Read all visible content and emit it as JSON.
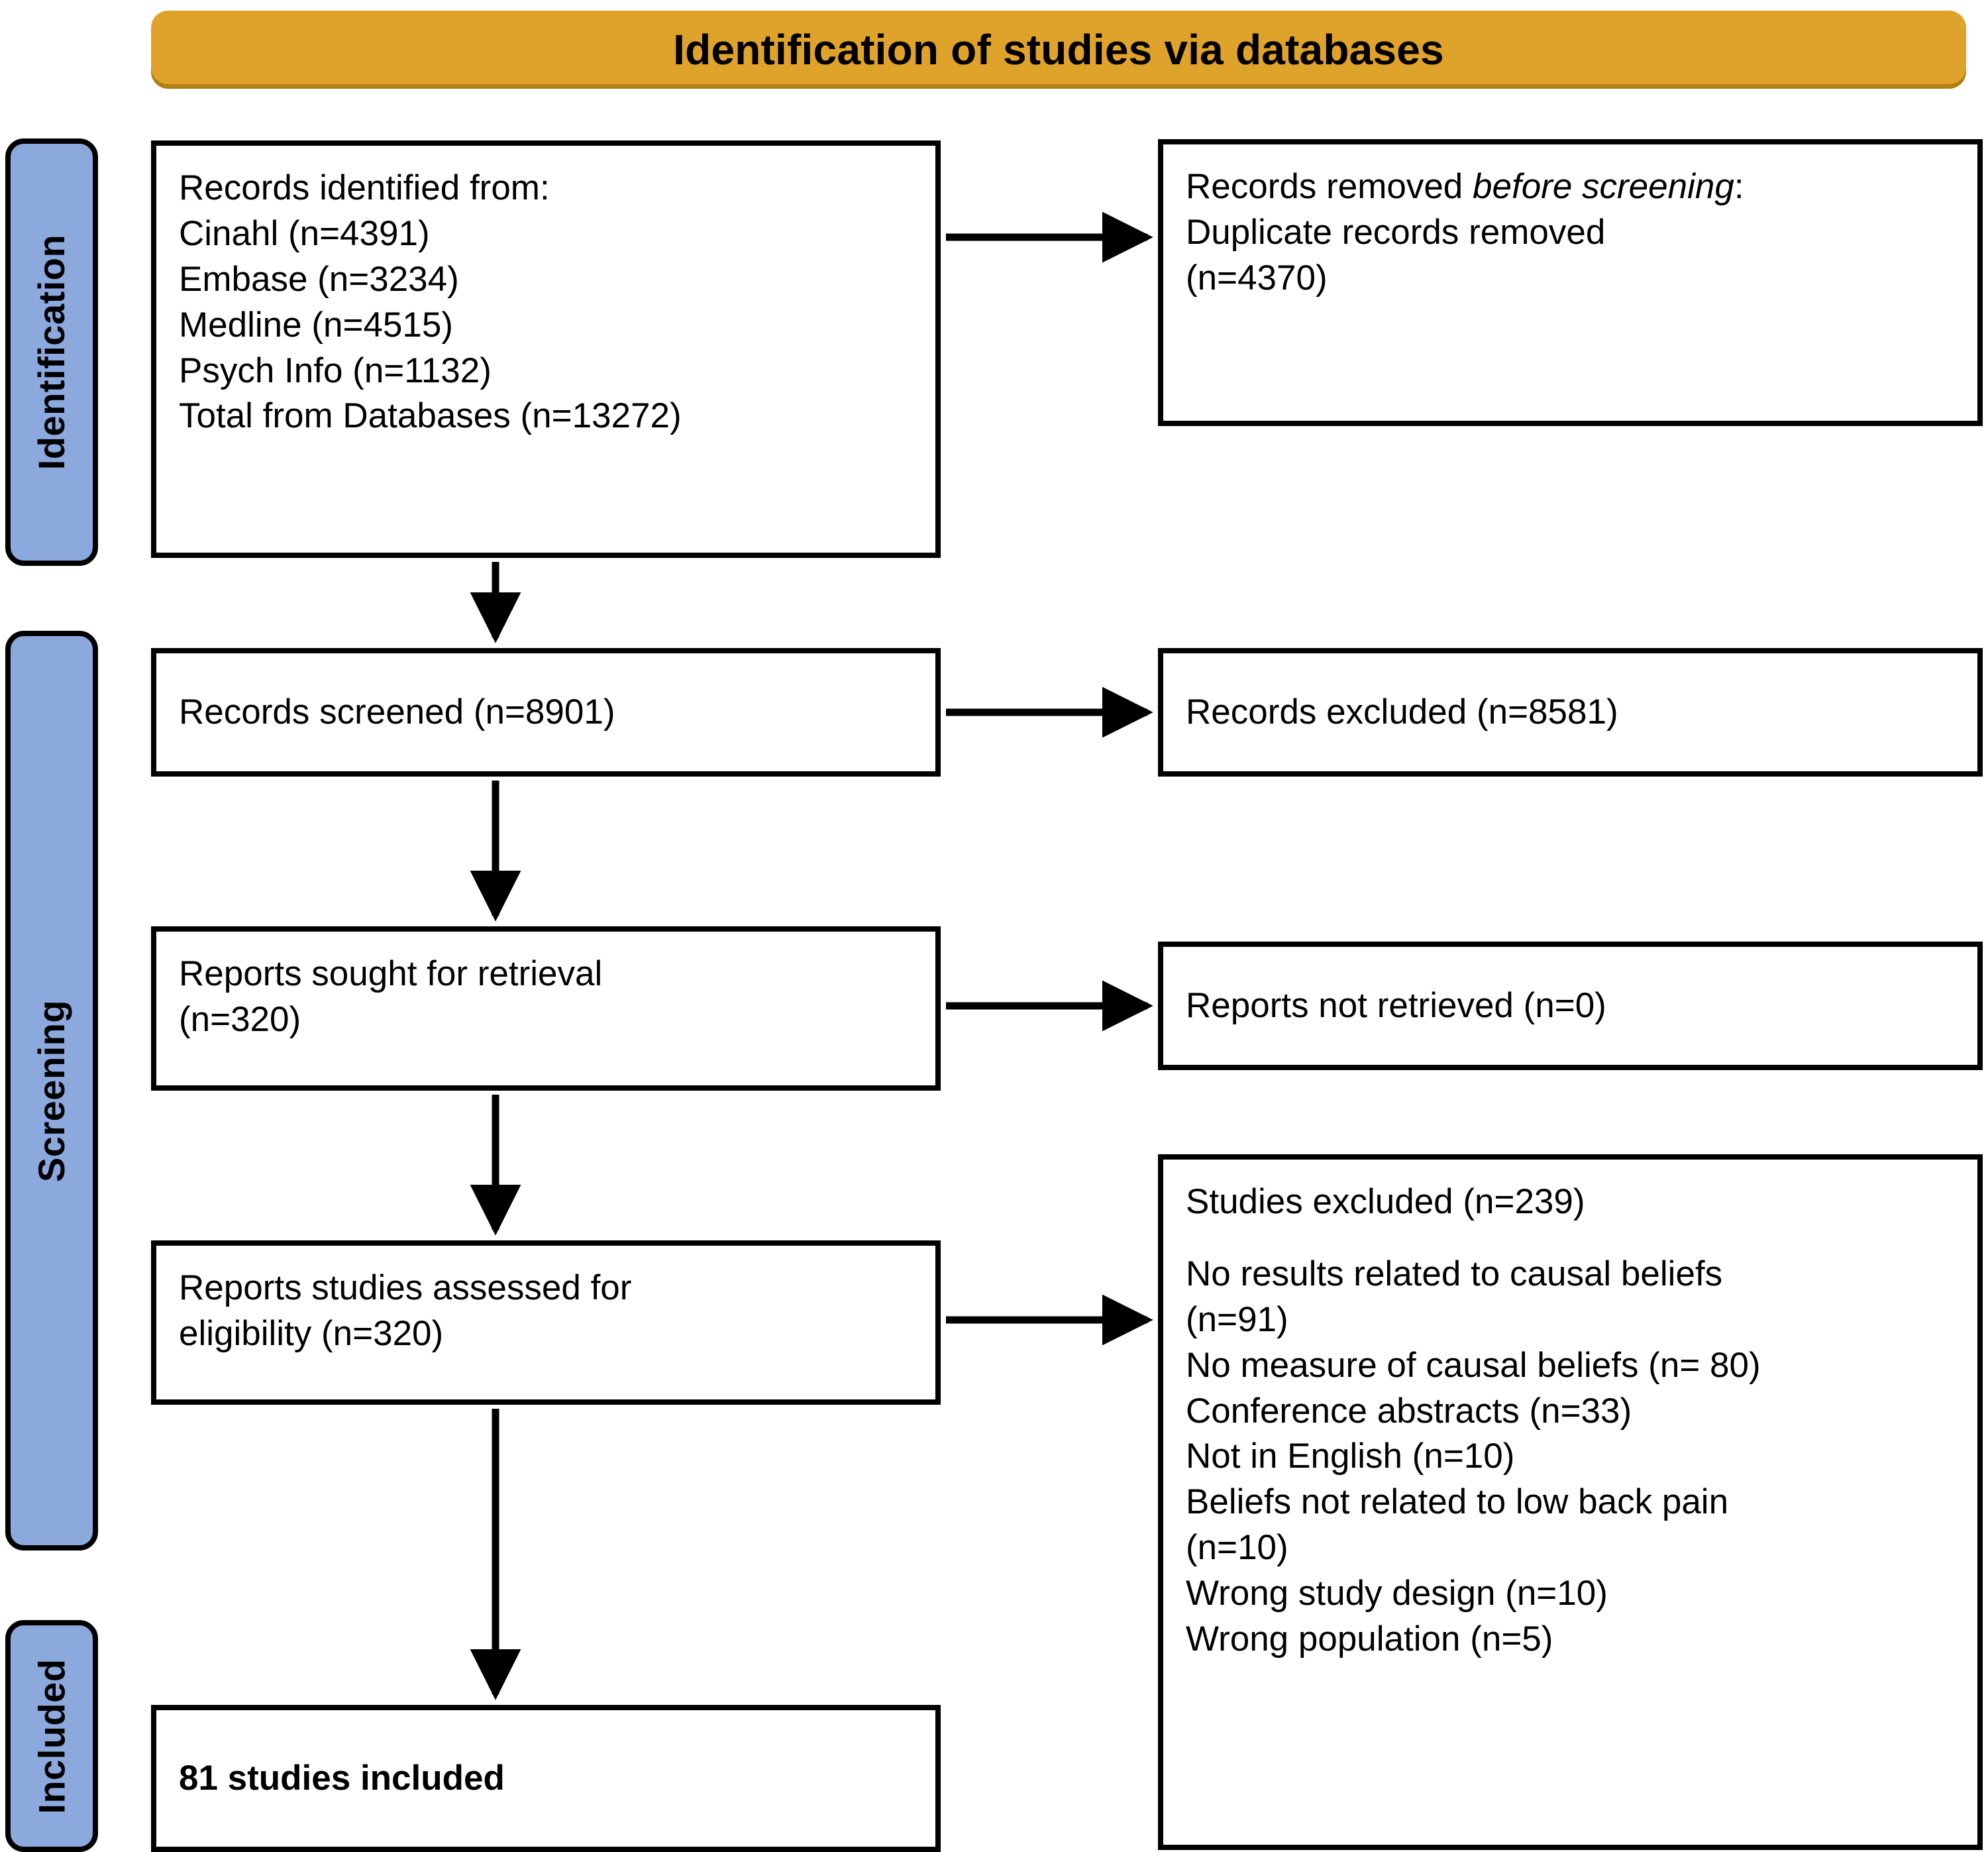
{
  "banner": {
    "title": "Identification of studies via databases",
    "color": "#DFA22B"
  },
  "rails": {
    "color": "#8CA9DE",
    "identification": "Identification",
    "screening": "Screening",
    "included": "Included"
  },
  "boxes": {
    "identified": {
      "lines": [
        "Records identified from:",
        "Cinahl (n=4391)",
        "Embase (n=3234)",
        "Medline (n=4515)",
        "Psych Info (n=1132)",
        "Total from Databases (n=13272)"
      ]
    },
    "removed": {
      "line1_prefix": "Records removed ",
      "line1_italic": "before screening",
      "line1_suffix": ":",
      "line2": "Duplicate records removed",
      "line3": "(n=4370)"
    },
    "screened": {
      "line1": "Records screened (n=8901)"
    },
    "excluded": {
      "line1": "Records excluded (n=8581)"
    },
    "sought": {
      "line1": "Reports sought for retrieval",
      "line2": "(n=320)"
    },
    "not_retrieved": {
      "line1": "Reports not retrieved (n=0)"
    },
    "assessed": {
      "line1": "Reports studies assessed for",
      "line2": "eligibility (n=320)"
    },
    "studies_excluded": {
      "heading": "Studies excluded (n=239)",
      "reasons": [
        "No results related to causal beliefs",
        "(n=91)",
        "No measure of causal beliefs (n= 80)",
        "Conference abstracts (n=33)",
        "Not in English (n=10)",
        "Beliefs not related to low back pain",
        "(n=10)",
        "Wrong study design (n=10)",
        "Wrong population (n=5)"
      ]
    },
    "included": {
      "line1": "81 studies included"
    }
  }
}
